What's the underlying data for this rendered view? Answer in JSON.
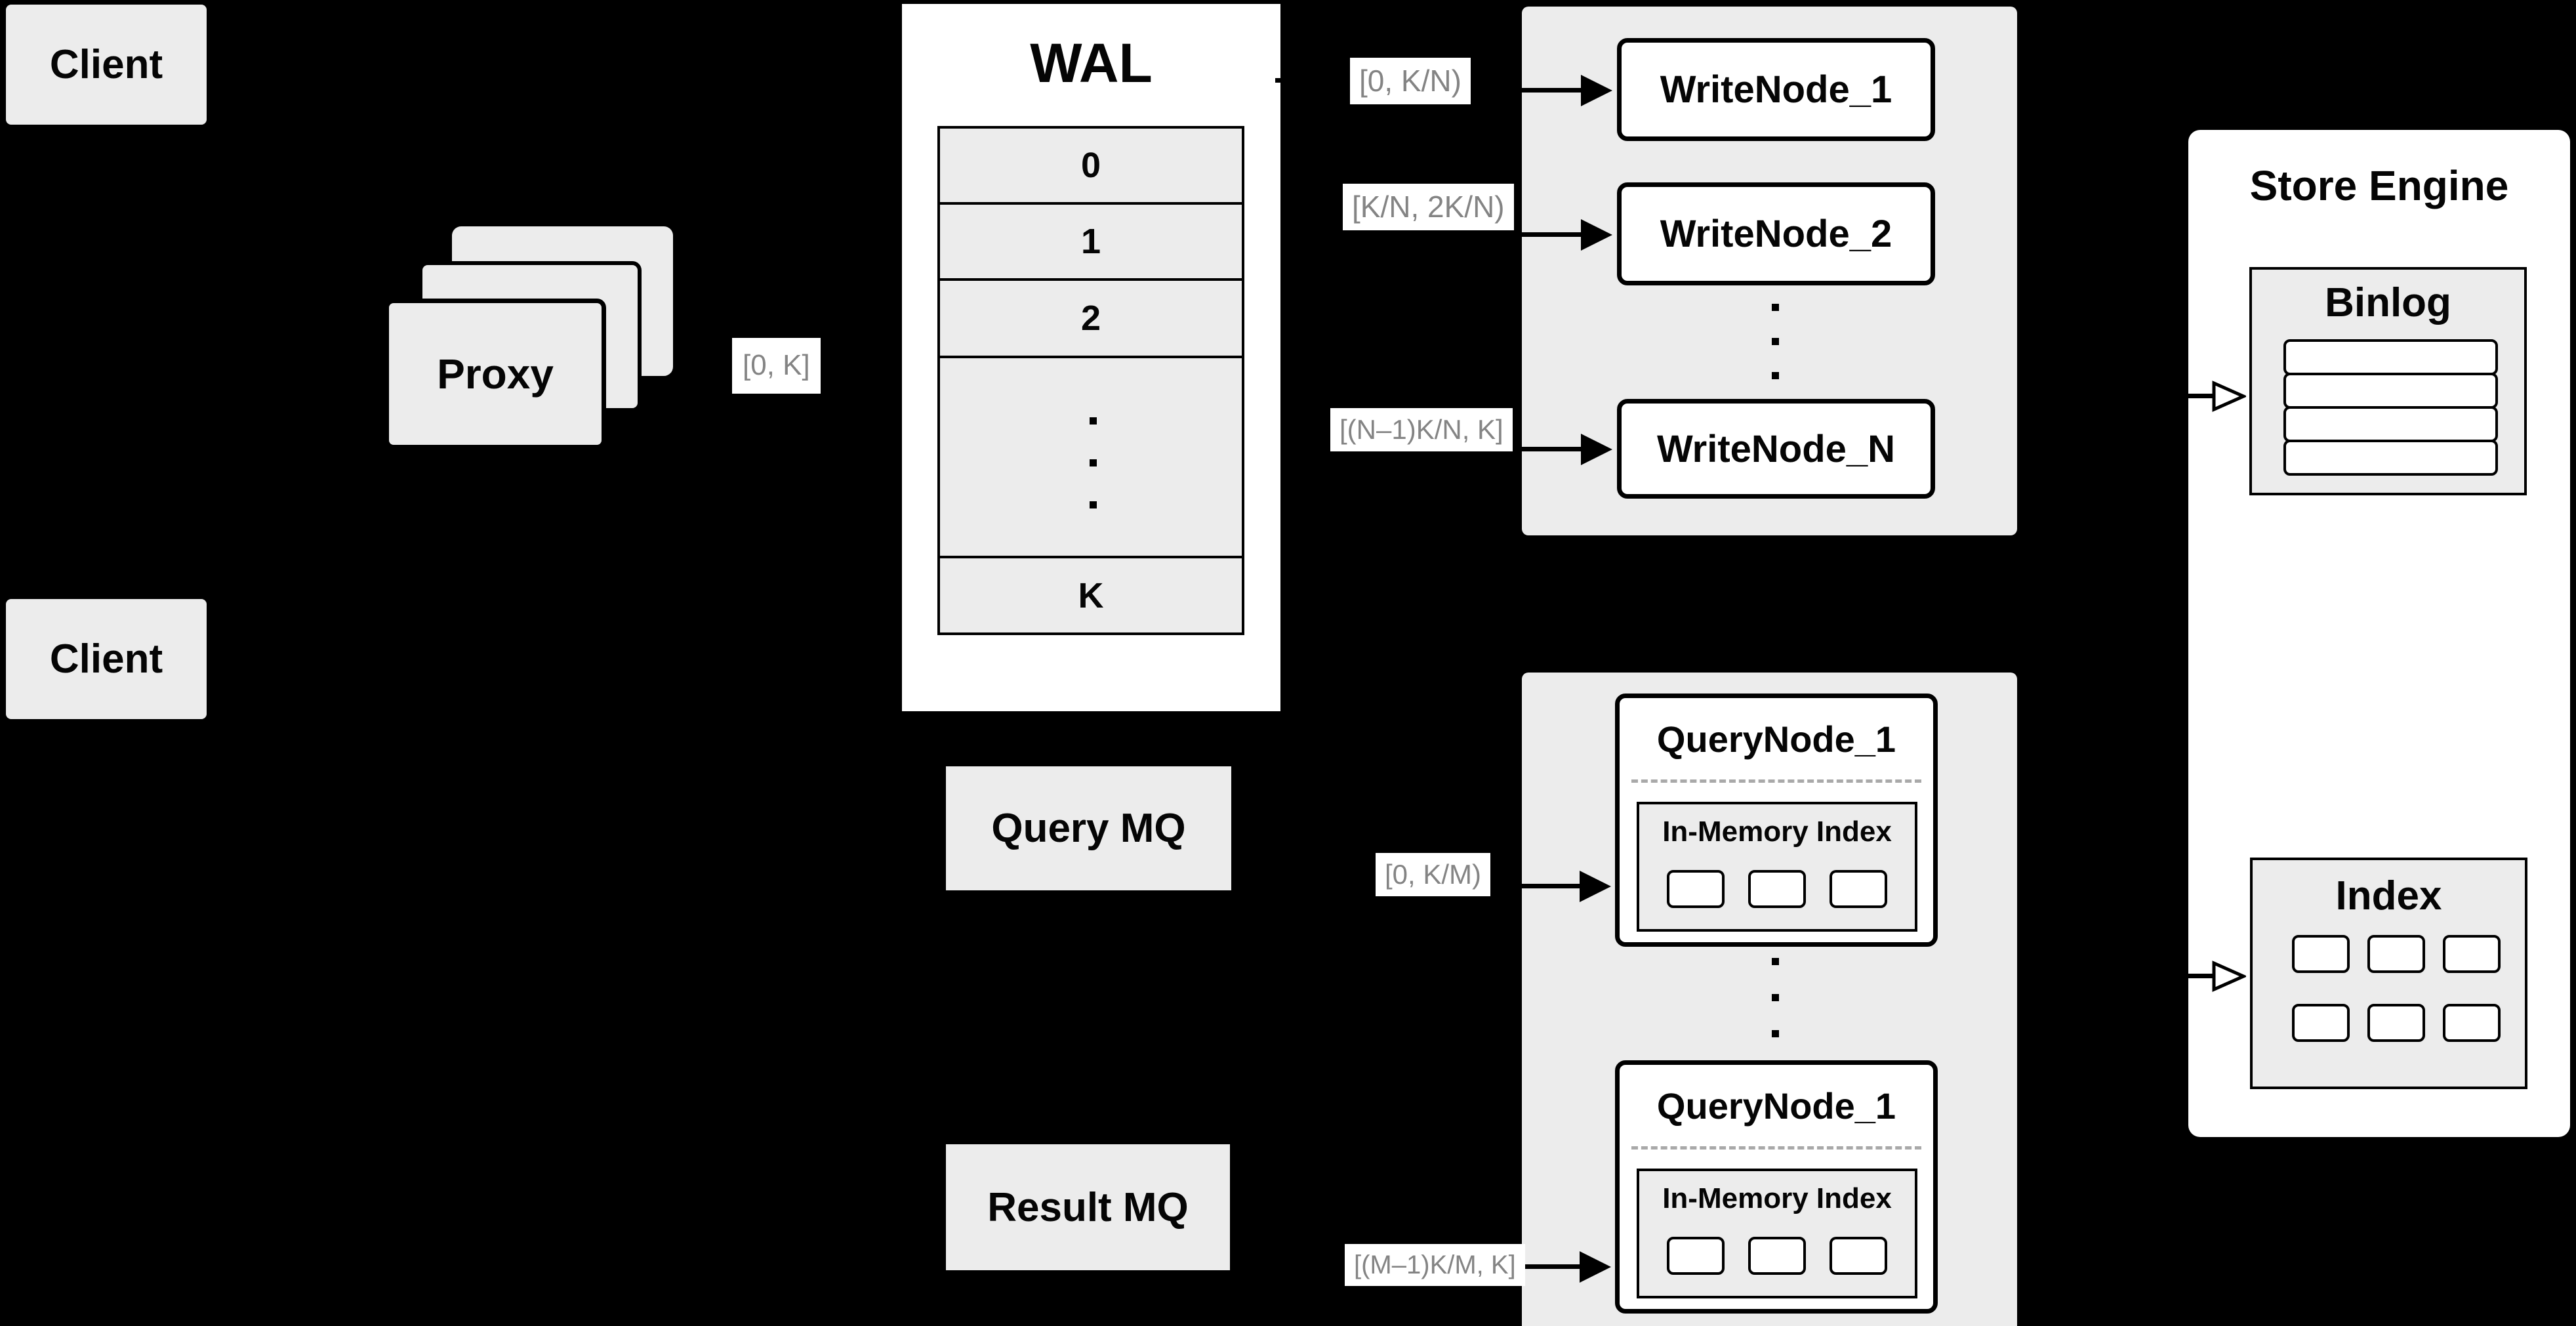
{
  "colors": {
    "background": "#000000",
    "panel_gray": "#ececec",
    "box_white": "#ffffff",
    "line_black": "#000000",
    "muted_label_text": "#848484"
  },
  "clients": {
    "top": "Client",
    "bottom": "Client"
  },
  "proxy": {
    "title": "Proxy",
    "range": "[0, K]"
  },
  "wal": {
    "title": "WAL",
    "segments": [
      "0",
      "1",
      "2",
      "K"
    ],
    "ellipsis_dots": 3
  },
  "write_cluster": {
    "ranges": [
      "[0,  K/N)",
      "[K/N, 2K/N)",
      "[(N–1)K/N,  K]"
    ],
    "nodes": [
      "WriteNode_1",
      "WriteNode_2",
      "WriteNode_N"
    ],
    "ellipsis_dots": 3
  },
  "store_engine": {
    "title": "Store Engine",
    "binlog_title": "Binlog",
    "binlog_rows": 4,
    "index_title": "Index",
    "index_cells": 6
  },
  "mq": {
    "query": "Query MQ",
    "result": "Result MQ"
  },
  "query_cluster": {
    "ranges": [
      "[0, K/M)",
      "[(M–1)K/M, K]"
    ],
    "nodes": [
      {
        "title": "QueryNode_1",
        "inner": "In-Memory Index",
        "inner_cells": 3
      },
      {
        "title": "QueryNode_1",
        "inner": "In-Memory Index",
        "inner_cells": 3
      }
    ],
    "ellipsis_dots": 3
  }
}
